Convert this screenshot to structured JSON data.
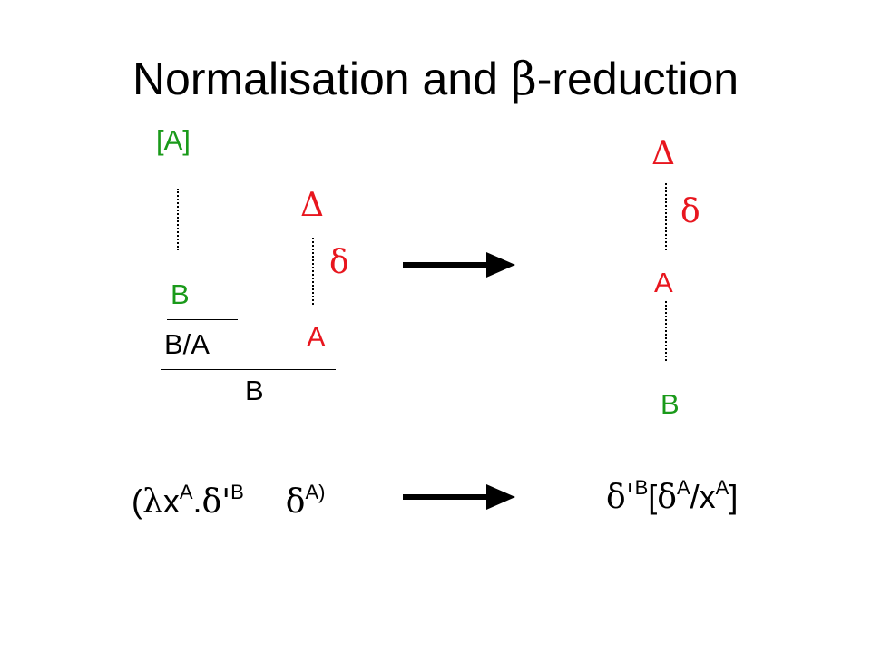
{
  "title": {
    "text": "Normalisation and ",
    "beta": "β",
    "rest": "-reduction"
  },
  "left_tree": {
    "assumption": "[A]",
    "premise_b": "B",
    "implication": "B/A",
    "conclusion": "B",
    "context": "Δ",
    "derivation": "δ",
    "premise_a": "A"
  },
  "right_tree": {
    "context": "Δ",
    "derivation": "δ",
    "middle": "A",
    "conclusion": "B"
  },
  "left_term": {
    "open": "(",
    "lambda": "λ",
    "var": "x",
    "var_sup": "A",
    "dot": ".",
    "body": "δ'",
    "body_sup": "B",
    "arg": "δ",
    "arg_sup": "A)"
  },
  "right_term": {
    "body": "δ'",
    "body_sup": "B",
    "open": "[",
    "arg": "δ",
    "arg_sup": "A",
    "slash": "/x",
    "var_sup": "A",
    "close": "]"
  },
  "colors": {
    "green": "#1a9a1a",
    "red": "#e8161e",
    "black": "#000000"
  }
}
